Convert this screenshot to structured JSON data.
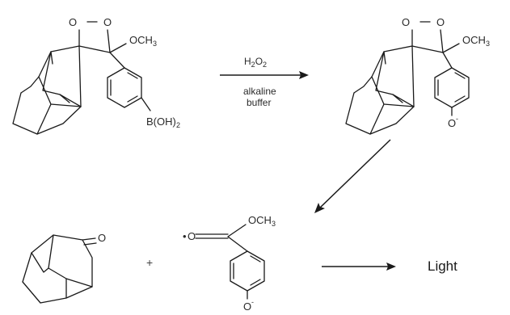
{
  "reaction_scheme": {
    "reactant": {
      "peroxide_o1": "O",
      "peroxide_o2": "O",
      "methoxy": "OCH",
      "methoxy_sub": "3",
      "boronic": "B(OH)",
      "boronic_sub": "2"
    },
    "step1": {
      "reagent": "H",
      "reagent_sub1": "2",
      "reagent_mid": "O",
      "reagent_sub2": "2",
      "condition_line1": "alkaline",
      "condition_line2": "buffer"
    },
    "intermediate": {
      "peroxide_o1": "O",
      "peroxide_o2": "O",
      "methoxy": "OCH",
      "methoxy_sub": "3",
      "phenoxide": "O",
      "phenoxide_charge": "-"
    },
    "products": {
      "ketone_o": "O",
      "plus": "+",
      "ester_radical": "•",
      "ester_o": "O",
      "ester_methoxy": "OCH",
      "ester_methoxy_sub": "3",
      "ester_phenoxide": "O",
      "ester_phenoxide_charge": "-"
    },
    "output": {
      "label": "Light"
    }
  }
}
